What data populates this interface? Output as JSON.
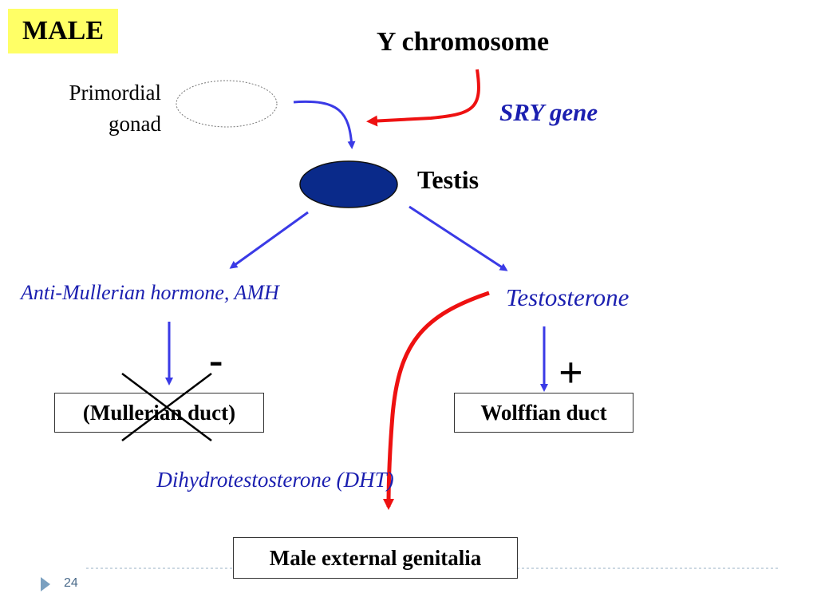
{
  "header": {
    "sex_label": "MALE",
    "y_chromosome": "Y chromosome"
  },
  "primordial_gonad": {
    "label": "Primordial gonad"
  },
  "sry_gene": {
    "label": "SRY gene"
  },
  "testis": {
    "label": "Testis"
  },
  "amh": {
    "label": "Anti-Mullerian hormone, AMH",
    "effect": "-"
  },
  "testosterone": {
    "label": "Testosterone",
    "effect": "+"
  },
  "mullerian_duct": {
    "label": "(Mullerian duct)"
  },
  "wolffian_duct": {
    "label": "Wolffian duct"
  },
  "dht": {
    "label": "Dihydrotestosterone (DHT)"
  },
  "male_external": {
    "label": "Male external genitalia"
  },
  "footer": {
    "slide_number": "24"
  },
  "colors": {
    "highlight": "#ffff66",
    "blue_text": "#1b1fb0",
    "blue_arrow": "#3a3ae6",
    "red_arrow": "#ee1111",
    "testis_fill": "#0a2a8a"
  }
}
